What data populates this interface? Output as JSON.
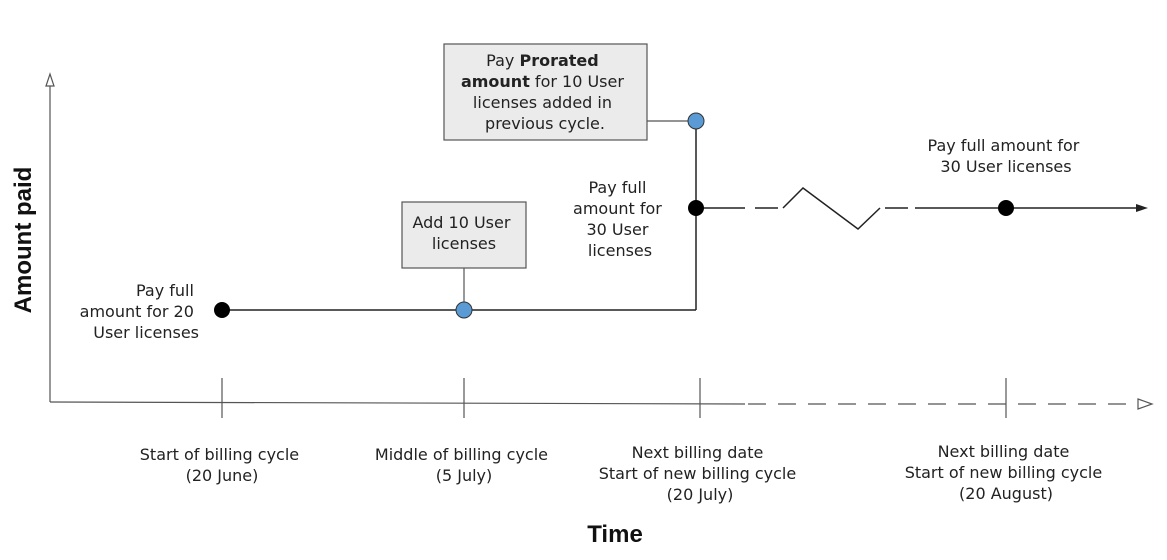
{
  "axes": {
    "y_title": "Amount paid",
    "x_title": "Time"
  },
  "ticks": [
    {
      "lines": [
        "Start of billing cycle",
        "(20 June)"
      ]
    },
    {
      "lines": [
        "Middle of billing cycle",
        "(5 July)"
      ]
    },
    {
      "lines": [
        "Next billing date",
        "Start of new billing cycle",
        "(20 July)"
      ]
    },
    {
      "lines": [
        "Next billing date",
        "Start of new billing cycle",
        "(20 August)"
      ]
    }
  ],
  "events": {
    "start": {
      "lines": [
        "Pay full",
        "amount for 20",
        "User licenses"
      ]
    },
    "add_box": {
      "lines": [
        "Add 10 User",
        "licenses"
      ]
    },
    "new_cycle": {
      "lines": [
        "Pay full",
        "amount for",
        "30 User",
        "licenses"
      ]
    },
    "prorated_box": {
      "line1_prefix": "Pay ",
      "line1_bold": "Prorated",
      "line2_bold": "amount",
      "line2_rest": " for 10 User",
      "line3": "licenses added in",
      "line4": "previous cycle."
    },
    "future": {
      "lines": [
        "Pay full amount for",
        "30 User licenses"
      ]
    }
  },
  "colors": {
    "line": "#222222",
    "point_paid": "#000000",
    "point_event": "#5b9bd5",
    "box_fill": "#ebebeb",
    "box_border": "#555555",
    "axis": "#555555"
  }
}
